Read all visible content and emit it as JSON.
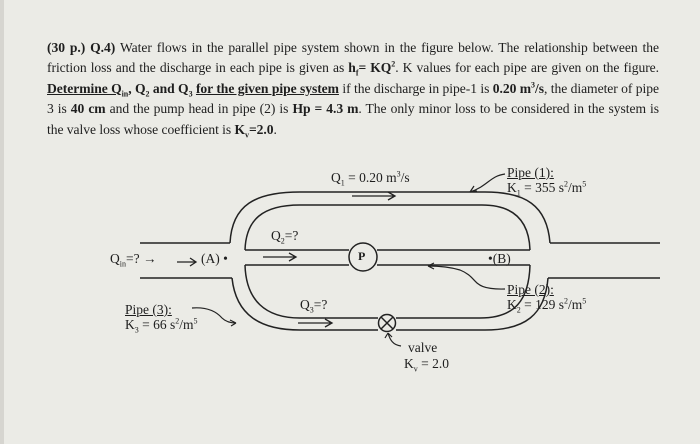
{
  "question": {
    "points": "(30 p.)",
    "number": "Q.4)",
    "line1_rest": "Water flows in the parallel pipe system shown in the figure below. The relationship between the friction loss and the discharge in each pipe is given as",
    "formula_hf": "h",
    "formula_hf_sub": "f",
    "formula_eq": "= KQ",
    "formula_exp": "2",
    "after_formula": ". K values for each pipe are given on the figure.",
    "determine": "Determine Q",
    "determine_sub": "in",
    "q2": ", Q",
    "q2_sub": "2",
    "and": " and Q",
    "q3_sub": "3",
    "for_system": "for the given pipe system",
    "if_text": " if the discharge in pipe-1 is ",
    "q1_value": "0.20 m",
    "q1_exp": "3",
    "q1_unit": "/s",
    "diam_text": ", the diameter of pipe 3 is ",
    "diam_value": "40 cm",
    "pump_text": " and the pump head in pipe (2) is ",
    "pump_value": "Hp = 4.3 m",
    "end_text": ". The only minor loss to be considered in the system is the valve loss whose coefficient is ",
    "kv": "K",
    "kv_sub": "v",
    "kv_value": "=2.0",
    "final": "."
  },
  "figure": {
    "q1_label": "Q",
    "q1_sub": "1",
    "q1_value": " = 0.20 m",
    "q1_exp": "3",
    "q1_unit": "/s",
    "q2_label": "Q",
    "q2_sub": "2",
    "q2_value": "=?",
    "q3_label": "Q",
    "q3_sub": "3",
    "q3_value": "=?",
    "qin_label": "Q",
    "qin_sub": "in",
    "qin_value": "=? →",
    "node_a": "(A) •",
    "node_b": "•(B)",
    "pump": "P",
    "pipe1_title": "Pipe (1):",
    "pipe1_k": "K",
    "pipe1_k_sub": "1",
    "pipe1_k_value": " = 355 s",
    "pipe1_k_exp1": "2",
    "pipe1_k_unit": "/m",
    "pipe1_k_exp2": "5",
    "pipe2_title": "Pipe (2):",
    "pipe2_k": "K",
    "pipe2_k_sub": "2",
    "pipe2_k_value": " = 129 s",
    "pipe2_k_exp1": "2",
    "pipe2_k_unit": "/m",
    "pipe2_k_exp2": "5",
    "pipe3_title": "Pipe (3):",
    "pipe3_k": "K",
    "pipe3_k_sub": "3",
    "pipe3_k_value": " = 66 s",
    "pipe3_k_exp1": "2",
    "pipe3_k_unit": "/m",
    "pipe3_k_exp2": "5",
    "valve_label": "valve",
    "valve_k": "K",
    "valve_k_sub": "v",
    "valve_k_value": " = 2.0"
  }
}
